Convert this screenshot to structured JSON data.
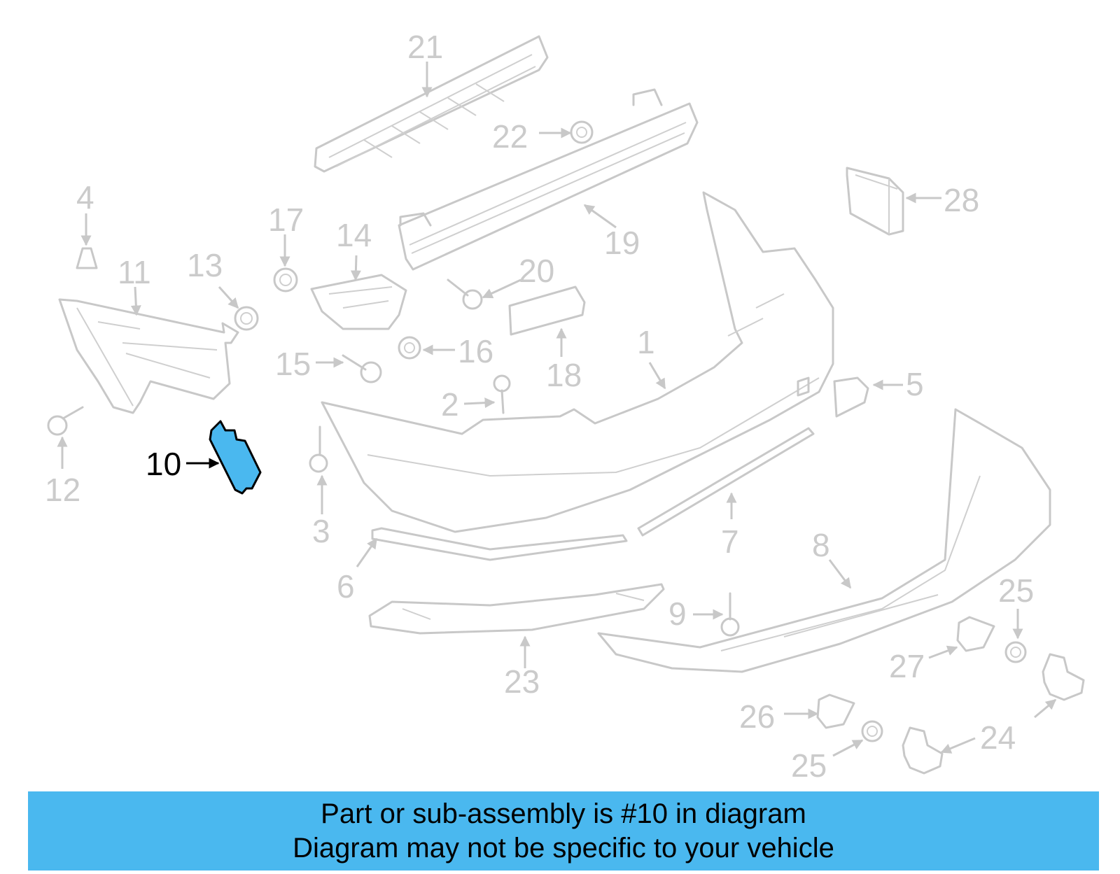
{
  "highlight": {
    "part_number": "10",
    "color": "#4ab8ef"
  },
  "callouts": {
    "c1": "1",
    "c2": "2",
    "c3": "3",
    "c4": "4",
    "c5": "5",
    "c6": "6",
    "c7": "7",
    "c8": "8",
    "c9": "9",
    "c10": "10",
    "c11": "11",
    "c12": "12",
    "c13": "13",
    "c14": "14",
    "c15": "15",
    "c16": "16",
    "c17": "17",
    "c18": "18",
    "c19": "19",
    "c20": "20",
    "c21": "21",
    "c22": "22",
    "c23": "23",
    "c24": "24",
    "c25a": "25",
    "c25b": "25",
    "c26": "26",
    "c27": "27",
    "c28": "28"
  },
  "banner": {
    "line1": "Part or sub-assembly is #10 in diagram",
    "line2": "Diagram may not be specific to your vehicle",
    "color": "#4ab8ef"
  }
}
